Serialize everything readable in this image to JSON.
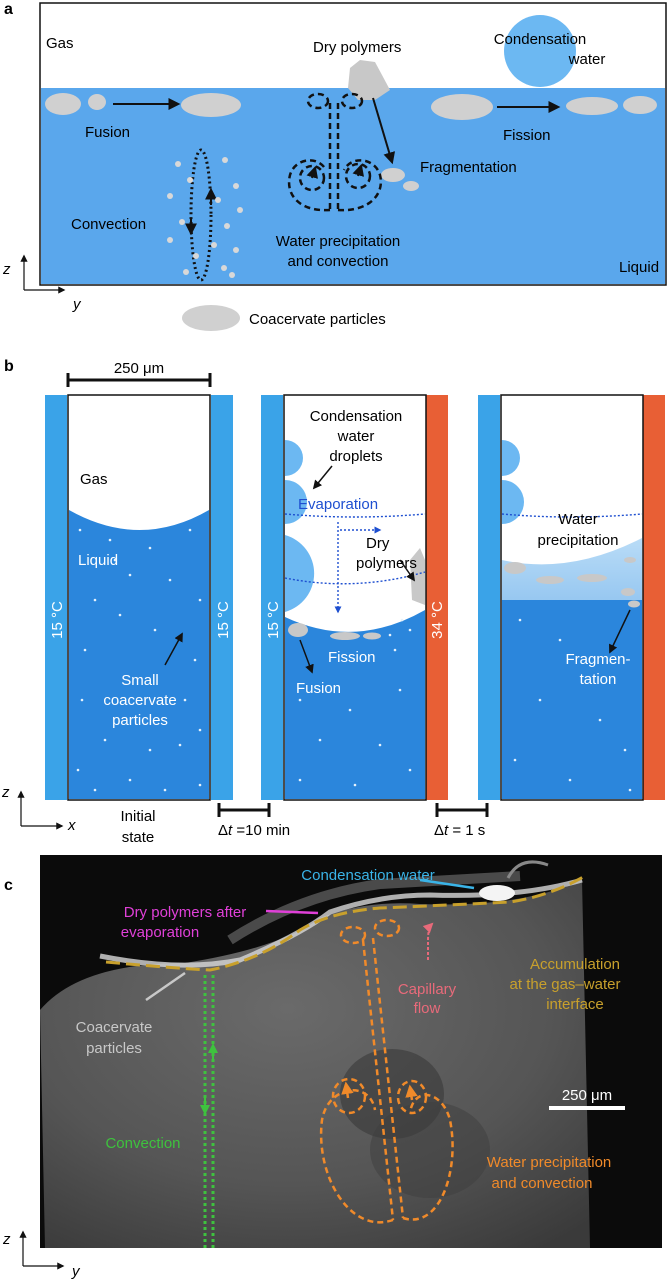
{
  "panel_a": {
    "label": "a",
    "gas": "Gas",
    "dry_polymers": "Dry polymers",
    "condensation_water": [
      "Condensation",
      "water"
    ],
    "fusion": "Fusion",
    "fission": "Fission",
    "fragmentation": "Fragmentation",
    "convection": "Convection",
    "water_precipitation": [
      "Water precipitation",
      "and convection"
    ],
    "liquid": "Liquid",
    "axis_z": "z",
    "axis_y": "y",
    "legend": "Coacervate particles"
  },
  "panel_b": {
    "label": "b",
    "scale": "250 μm",
    "gas": "Gas",
    "liquid": "Liquid",
    "temp_left": "15 °C",
    "temp_right_1": "15 °C",
    "temp_left_2": "15 °C",
    "temp_right_2": "34 °C",
    "condensation_droplets": [
      "Condensation",
      "water",
      "droplets"
    ],
    "evaporation": "Evaporation",
    "dry_polymers": [
      "Dry",
      "polymers"
    ],
    "fission": "Fission",
    "fusion": "Fusion",
    "small_particles": [
      "Small",
      "coacervate",
      "particles"
    ],
    "water_precipitation": [
      "Water",
      "precipitation"
    ],
    "fragmentation": [
      "Fragmen-",
      "tation"
    ],
    "initial_state": [
      "Initial",
      "state"
    ],
    "dt1_delta": "Δ",
    "dt1_t": "t",
    "dt1": " =10 min",
    "dt2_delta": "Δ",
    "dt2_t": "t",
    "dt2": " = 1 s",
    "axis_z": "z",
    "axis_x": "x",
    "colors": {
      "cold": "#3aa3e8",
      "hot": "#e85f35",
      "liquid": "#2b86dc",
      "panel_a_liquid": "#5aa7ec"
    }
  },
  "panel_c": {
    "label": "c",
    "condensation_water": "Condensation water",
    "dry_polymers": [
      "Dry polymers after",
      "evaporation"
    ],
    "capillary_flow": [
      "Capillary",
      "flow"
    ],
    "accumulation": [
      "Accumulation",
      "at the gas–water",
      "interface"
    ],
    "coacervate_particles": [
      "Coacervate",
      "particles"
    ],
    "scale": "250 μm",
    "convection": "Convection",
    "water_precipitation": [
      "Water precipitation",
      "and convection"
    ],
    "axis_z": "z",
    "axis_y": "y",
    "colors": {
      "cyan": "#3ab4e8",
      "magenta": "#e040d8",
      "pink": "#e86a7a",
      "gold": "#c8a02c",
      "green": "#3ec23e",
      "orange": "#f08a2a",
      "gray": "#c8c8c8"
    }
  }
}
